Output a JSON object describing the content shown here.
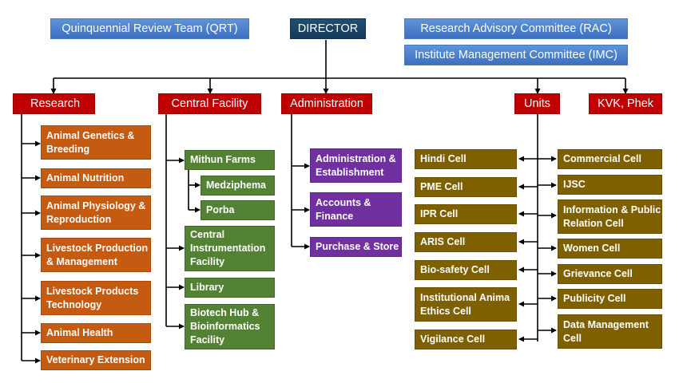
{
  "top": {
    "director": "DIRECTOR",
    "qrt": "Quinquennial Review Team (QRT)",
    "rac": "Research Advisory Committee (RAC)",
    "imc": "Institute Management Committee (IMC)"
  },
  "heads": {
    "research": "Research",
    "central_facility": "Central Facility",
    "administration": "Administration",
    "units": "Units",
    "kvk": "KVK, Phek"
  },
  "research_items": [
    "Animal Genetics & Breeding",
    "Animal Nutrition",
    "Animal Physiology & Reproduction",
    "Livestock Production  & Management",
    "Livestock Products Technology",
    "Animal Health",
    "Veterinary Extension"
  ],
  "central_items": {
    "mithun_farms": "Mithun Farms",
    "medziphema": "Medziphema",
    "porba": "Porba",
    "instrumentation": "Central Instrumentation Facility",
    "library": "Library",
    "biotech": "Biotech Hub & Bioinformatics Facility"
  },
  "admin_items": [
    "Administration & Establishment",
    "Accounts & Finance",
    "Purchase & Store"
  ],
  "units_left": [
    "Hindi Cell",
    "PME Cell",
    "IPR Cell",
    "ARIS Cell",
    "Bio-safety Cell",
    "Institutional Anima Ethics Cell",
    "Vigilance Cell"
  ],
  "units_right": [
    "Commercial Cell",
    "IJSC",
    "Information & Public Relation Cell",
    "Women Cell",
    "Grievance Cell",
    "Publicity Cell",
    "Data Management Cell"
  ],
  "colors": {
    "top_blue": "#4a7fcf",
    "director_navy": "#1f4e75",
    "head_red": "#c00000",
    "research_orange": "#c55a11",
    "central_green": "#548235",
    "admin_purple": "#7030a0",
    "units_olive": "#7f6000",
    "connector": "#000000"
  }
}
